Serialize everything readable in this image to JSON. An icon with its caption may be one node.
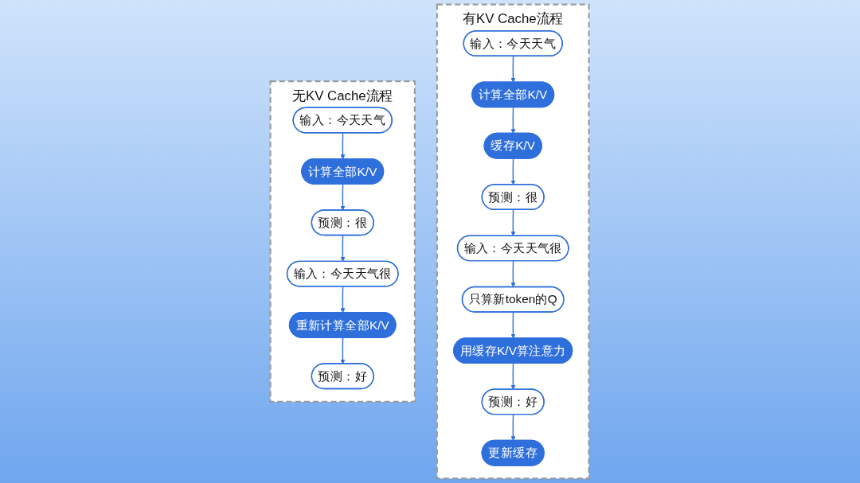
{
  "diagram": {
    "nodes": [
      {
        "text": [
          "无KV Cache流程"
        ]
      },
      {
        "text": [
          "输入：今天天气"
        ],
        "in": 0
      },
      {
        "text": [
          "计算全部K/V"
        ],
        "in": 0
      },
      {
        "text": [
          "预测：很"
        ],
        "in": 0
      },
      {
        "text": [
          "输入：今天天气很"
        ],
        "in": 0
      },
      {
        "text": [
          "重新计算全部K/V"
        ],
        "in": 0
      },
      {
        "text": [
          "预测：好"
        ],
        "in": 0
      },
      {
        "text": [
          "有KV Cache流程"
        ]
      },
      {
        "text": [
          "输入：今天天气"
        ],
        "in": 7
      },
      {
        "text": [
          "计算全部K/V"
        ],
        "in": 7
      },
      {
        "text": [
          "缓存K/V"
        ],
        "in": 7
      },
      {
        "text": [
          "预测：很"
        ],
        "in": 7
      },
      {
        "text": [
          "输入：今天天气很"
        ],
        "in": 7
      },
      {
        "text": [
          "只算新token的Q"
        ],
        "in": 7
      },
      {
        "text": [
          "用缓存K/V算注意力"
        ],
        "in": 7
      },
      {
        "text": [
          "预测：好"
        ],
        "in": 7
      },
      {
        "text": [
          "更新缓存"
        ],
        "in": 7
      }
    ],
    "edges": [
      {
        "from": 1,
        "to": 2,
        "arrow": "to"
      },
      {
        "from": 2,
        "to": 3,
        "arrow": "to"
      },
      {
        "from": 3,
        "to": 4,
        "arrow": "to"
      },
      {
        "from": 4,
        "to": 5,
        "arrow": "to"
      },
      {
        "from": 5,
        "to": 6,
        "arrow": "to"
      },
      {
        "from": 8,
        "to": 9,
        "arrow": "to"
      },
      {
        "from": 9,
        "to": 10,
        "arrow": "to"
      },
      {
        "from": 10,
        "to": 11,
        "arrow": "to"
      },
      {
        "from": 11,
        "to": 12,
        "arrow": "to"
      },
      {
        "from": 12,
        "to": 13,
        "arrow": "to"
      },
      {
        "from": 13,
        "to": 14,
        "arrow": "to"
      },
      {
        "from": 14,
        "to": 15,
        "arrow": "to"
      },
      {
        "from": 15,
        "to": 16,
        "arrow": "to"
      }
    ]
  }
}
